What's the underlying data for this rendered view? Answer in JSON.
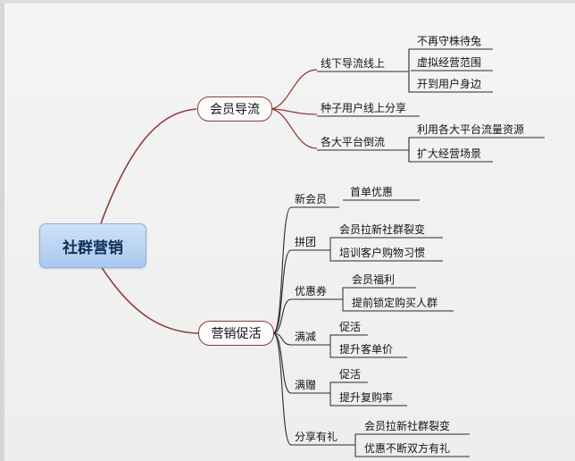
{
  "root": "社群营销",
  "branches": [
    {
      "label": "会员导流",
      "children": [
        {
          "label": "线下导流线上",
          "children": [
            "不再守株待兔",
            "虚拟经营范围",
            "开到用户身边"
          ]
        },
        {
          "label": "种子用户线上分享",
          "children": []
        },
        {
          "label": "各大平台倒流",
          "children": [
            "利用各大平台流量资源",
            "扩大经营场景"
          ]
        }
      ]
    },
    {
      "label": "营销促活",
      "children": [
        {
          "label": "新会员",
          "children": [
            "首单优惠"
          ]
        },
        {
          "label": "拼团",
          "children": [
            "会员拉新社群裂变",
            "培训客户购物习惯"
          ]
        },
        {
          "label": "优惠券",
          "children": [
            "会员福利",
            "提前锁定购买人群"
          ]
        },
        {
          "label": "满减",
          "children": [
            "促活",
            "提升客单价"
          ]
        },
        {
          "label": "满赠",
          "children": [
            "促活",
            "提升复购率"
          ]
        },
        {
          "label": "分享有礼",
          "children": [
            "会员拉新社群裂变",
            "优惠不断双方有礼"
          ]
        }
      ]
    }
  ],
  "colors": {
    "root_fill": "#b8d3f2",
    "root_text": "#0f2f57",
    "main_border": "#8e3b34",
    "link": "#8e3b34",
    "branch_line": "#2a2a2a"
  }
}
